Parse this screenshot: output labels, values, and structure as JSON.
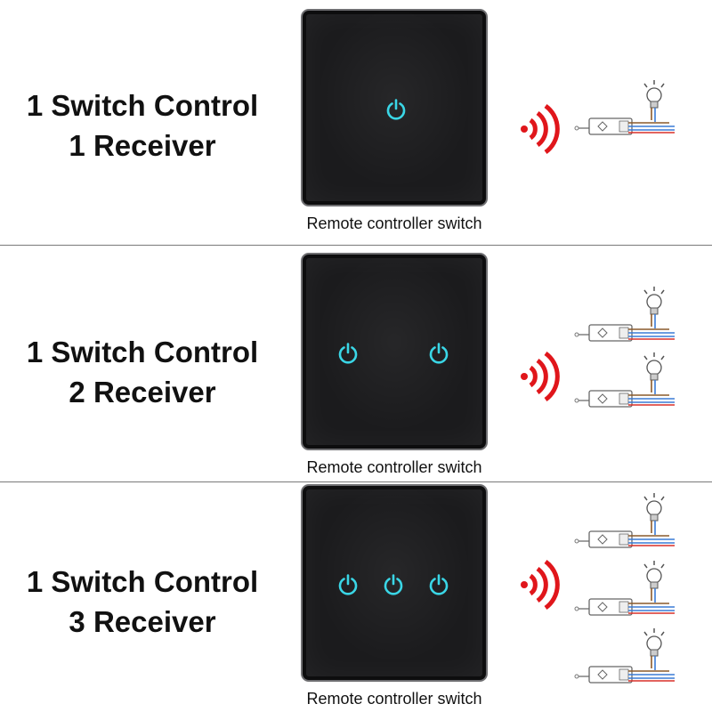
{
  "rows": [
    {
      "title_line1": "1 Switch Control",
      "title_line2": "1 Receiver",
      "caption": "Remote controller switch",
      "buttons": 1,
      "receivers": 1
    },
    {
      "title_line1": "1 Switch Control",
      "title_line2": "2 Receiver",
      "caption": "Remote controller switch",
      "buttons": 2,
      "receivers": 2
    },
    {
      "title_line1": "1 Switch Control",
      "title_line2": "3 Receiver",
      "caption": "Remote controller switch",
      "buttons": 3,
      "receivers": 3
    }
  ],
  "colors": {
    "button_glow": "#3ad6e6",
    "signal": "#e0161b",
    "panel": "#1b1b1d",
    "wire_blue": "#3a7bd5",
    "wire_red": "#d9302a",
    "wire_brown": "#8a5a2b"
  },
  "icons": {
    "button": "power-icon",
    "signal": "wireless-signal-icon",
    "receiver": "receiver-module-icon",
    "bulb": "light-bulb-icon"
  }
}
